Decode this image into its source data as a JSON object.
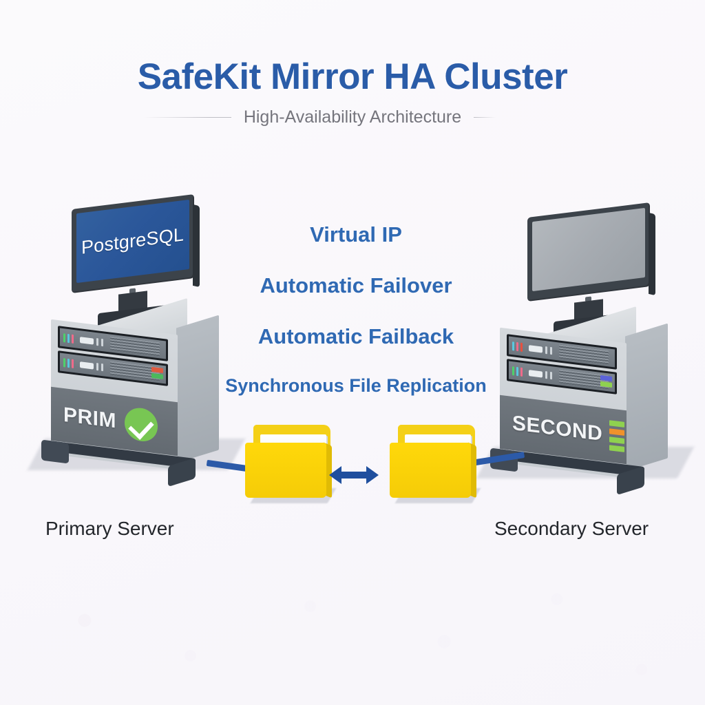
{
  "header": {
    "title": "SafeKit Mirror HA Cluster",
    "subtitle": "High-Availability Architecture",
    "title_color": "#2a5ca8",
    "subtitle_color": "#75757d"
  },
  "features": {
    "color": "#2f69b3",
    "items": [
      {
        "label": "Virtual IP"
      },
      {
        "label": "Automatic Failover"
      },
      {
        "label": "Automatic Failback"
      },
      {
        "label": "Synchronous File Replication"
      }
    ]
  },
  "primary_server": {
    "caption": "Primary Server",
    "role_label": "PRIM",
    "screen_label": "PostgreSQL",
    "screen_color": "#2b579a",
    "status_icon": "check-circle-icon",
    "status_color": "#78c653"
  },
  "secondary_server": {
    "caption": "Secondary Server",
    "role_label": "SECOND",
    "screen_label": "",
    "screen_color": "#a6abb1",
    "status_leds": [
      "#8fd14f",
      "#f0922b",
      "#8fd14f",
      "#8fd14f"
    ]
  },
  "replication": {
    "arrow_icon": "bidirectional-arrow-icon",
    "arrow_color": "#1f4f9e",
    "folder_color": "#ffd80a",
    "cable_color": "#2c5aa8"
  },
  "background": {
    "color": "#faf8fb"
  }
}
